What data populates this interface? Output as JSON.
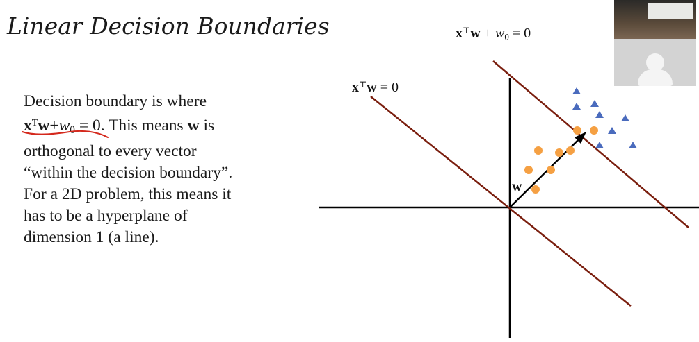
{
  "slide": {
    "title": "Linear Decision Boundaries",
    "paragraph": {
      "p1": "Decision boundary is where",
      "eq_x": "x",
      "eq_T": "T",
      "eq_w": "w",
      "eq_plus": "+",
      "eq_w0": "w",
      "eq_w0_sub": "0",
      "eq_rest": " = 0. This means ",
      "w": "w",
      "p2": " is",
      "p3": "orthogonal to every vector",
      "p4": "“within the decision boundary”.",
      "p5": "For a 2D problem, this means it",
      "p6": "has to be a hyperplane of",
      "p7": "dimension 1 (a line)."
    },
    "labels": {
      "top_x": "x",
      "top_T": "⊤",
      "top_w": "w",
      "top_plus": " + ",
      "top_w0": "w",
      "top_sub": "0",
      "top_eq": " = 0",
      "mid_x": "x",
      "mid_T": "⊤",
      "mid_w": "w",
      "mid_eq": " = 0",
      "vector_w": "w"
    }
  },
  "colors": {
    "boundary": "#7a1e0e",
    "axes": "#000000",
    "circles": "#f5a043",
    "triangles": "#4a6bbd",
    "annotation": "#d4281c"
  },
  "icons": {
    "webcam_avatar": "person-silhouette-icon"
  }
}
